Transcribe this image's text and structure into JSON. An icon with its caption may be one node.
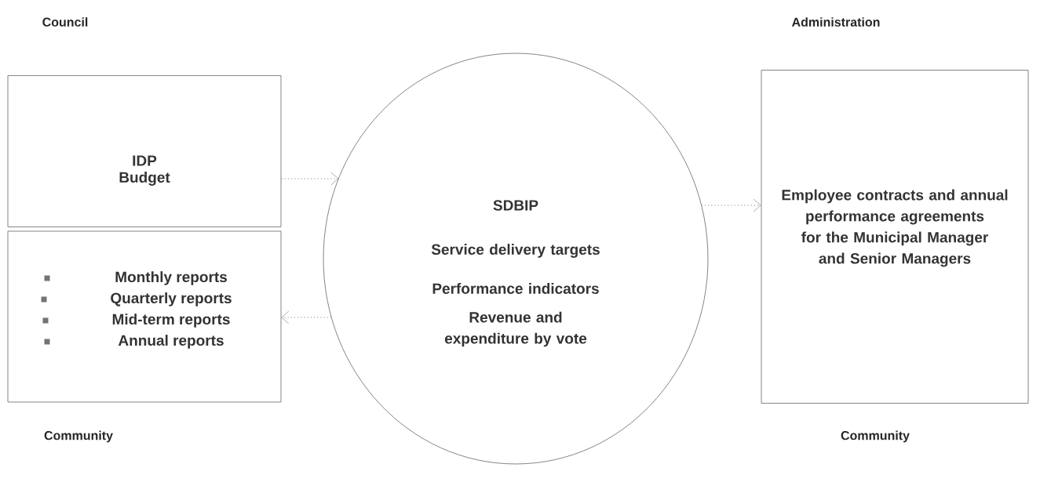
{
  "diagram": {
    "nodes": [
      {
        "text": [
          "IDP",
          "Budget"
        ]
      },
      {
        "text": [
          "Monthly reports",
          "Quarterly reports",
          "Mid-term reports",
          "Annual reports"
        ]
      },
      {
        "text": [
          "SDBIP",
          "Service delivery targets",
          "Performance indicators",
          "Revenue and expenditure by vote"
        ]
      },
      {
        "text": [
          "Employee contracts and annual performance agreements for the Municipal Manager and Senior Managers"
        ]
      }
    ],
    "edges": [
      {
        "from": 0,
        "to": 2,
        "arrow": "to",
        "style": "dashed"
      },
      {
        "from": 2,
        "to": 3,
        "arrow": "to",
        "style": "dashed"
      },
      {
        "from": 2,
        "to": 1,
        "arrow": "to",
        "style": "dashed"
      }
    ],
    "labels": [
      "Council",
      "Administration",
      "Community",
      "Community"
    ]
  }
}
